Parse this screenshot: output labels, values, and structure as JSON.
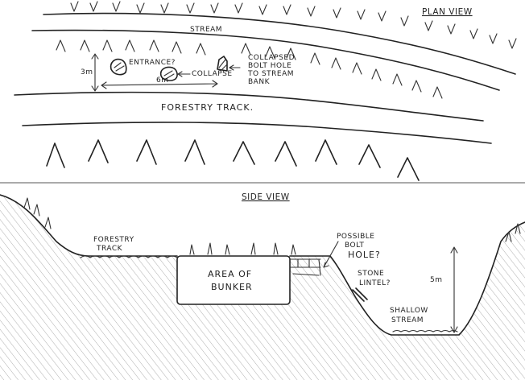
{
  "plan_view": {
    "title": "PLAN VIEW",
    "stream_label": "STREAM",
    "entrance_label": "ENTRANCE?",
    "collapse_label": "COLLAPSE",
    "bolt_hole_label": [
      "COLLAPSED",
      "BOLT HOLE",
      "TO STREAM",
      "BANK"
    ],
    "dim_3m": "3m",
    "dim_6m": "6m",
    "track_label": "FORESTRY TRACK."
  },
  "side_view": {
    "title": "SIDE VIEW",
    "track_label": [
      "FORESTRY",
      "TRACK"
    ],
    "bunker_label": [
      "AREA OF",
      "BUNKER"
    ],
    "bolt_hole_label": [
      "POSSIBLE",
      "BOLT",
      "HOLE?"
    ],
    "lintel_label": [
      "STONE",
      "LINTEL?"
    ],
    "stream_label": [
      "SHALLOW",
      "STREAM"
    ],
    "dim_5m": "5m"
  }
}
